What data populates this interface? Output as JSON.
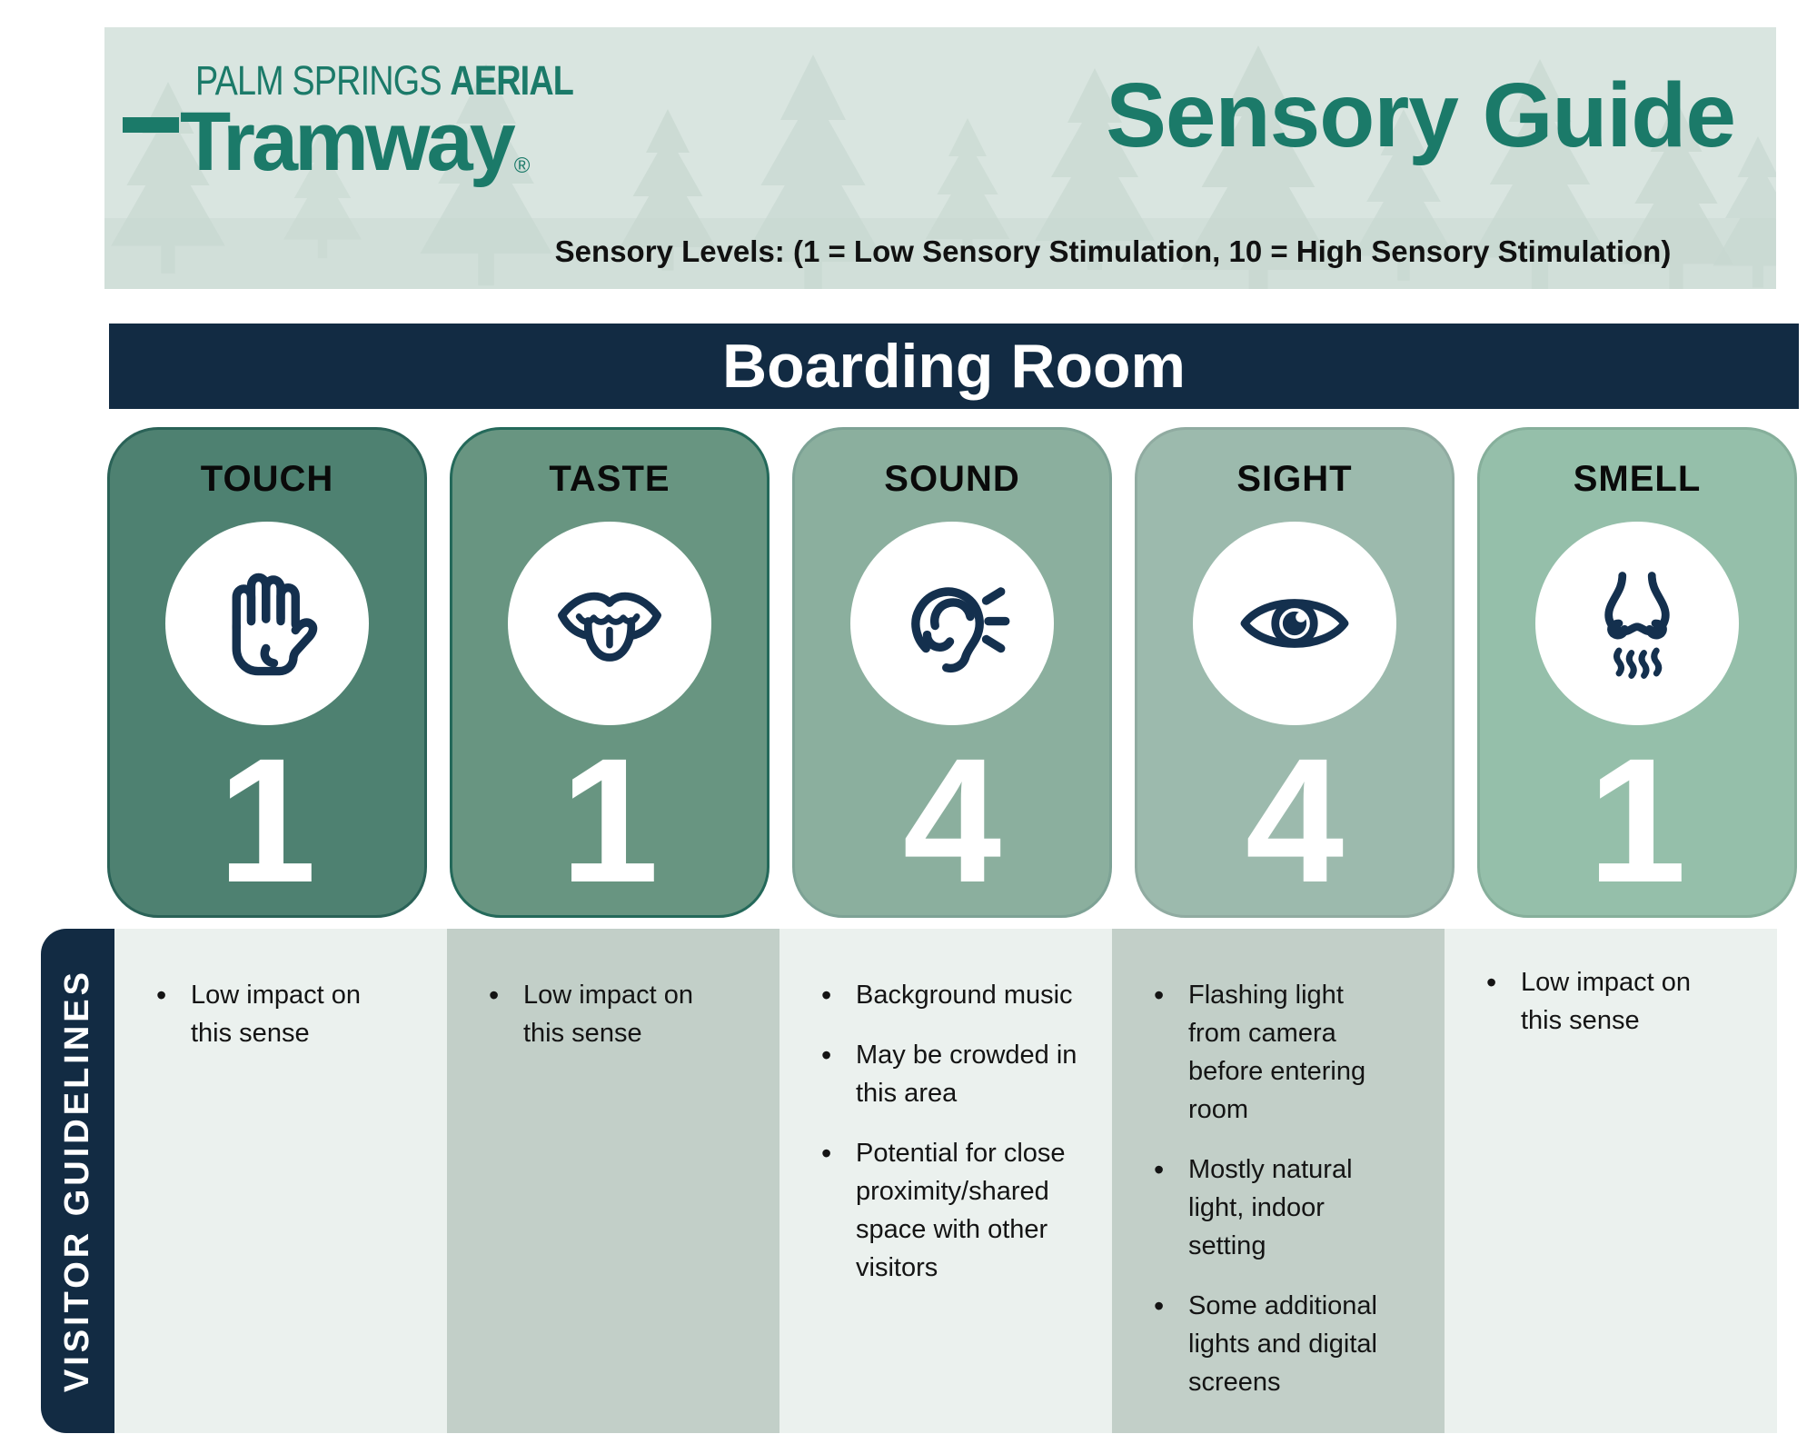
{
  "header": {
    "background": "#D9E5E0",
    "tree_color": "#C8D8D1",
    "logo": {
      "line1": "PALM SPRINGS ",
      "line1_bold": "AERIAL",
      "name": "Tramway",
      "registered_mark": "®",
      "color": "#1B7A69"
    },
    "title": "Sensory Guide",
    "title_color": "#1B7A69",
    "scale_note": "Sensory Levels: (1 = Low Sensory Stimulation, 10 = High Sensory Stimulation)"
  },
  "room_banner": {
    "label": "Boarding Room",
    "background": "#122B43",
    "text_color": "#ffffff"
  },
  "sidebar": {
    "label": "VISITOR GUIDELINES",
    "background": "#122B43",
    "text_color": "#ffffff"
  },
  "icon_color": "#14304E",
  "senses": [
    {
      "label": "TOUCH",
      "icon": "hand-icon",
      "level": "1",
      "card_color": "#4E8171",
      "column_color": "#EBF1EE",
      "guidelines": [
        "Low impact on this sense"
      ]
    },
    {
      "label": "TASTE",
      "icon": "mouth-tongue-icon",
      "level": "1",
      "card_color": "#689581",
      "column_color": "#C2CFC8",
      "guidelines": [
        "Low impact on this sense"
      ]
    },
    {
      "label": "SOUND",
      "icon": "ear-icon",
      "level": "4",
      "card_color": "#8BAF9E",
      "column_color": "#EBF1EE",
      "guidelines": [
        "Background music",
        "May be crowded in this area",
        "Potential for close proximity/shared space with other visitors"
      ]
    },
    {
      "label": "SIGHT",
      "icon": "eye-icon",
      "level": "4",
      "card_color": "#9CBAAD",
      "column_color": "#C2CFC8",
      "guidelines": [
        "Flashing light from camera before entering room",
        "Mostly natural light, indoor setting",
        "Some additional lights and digital screens"
      ]
    },
    {
      "label": "SMELL",
      "icon": "nose-icon",
      "level": "1",
      "card_color": "#95BFAA",
      "column_color": "#EBF1EE",
      "guidelines": [
        "Low impact on this sense"
      ]
    }
  ]
}
